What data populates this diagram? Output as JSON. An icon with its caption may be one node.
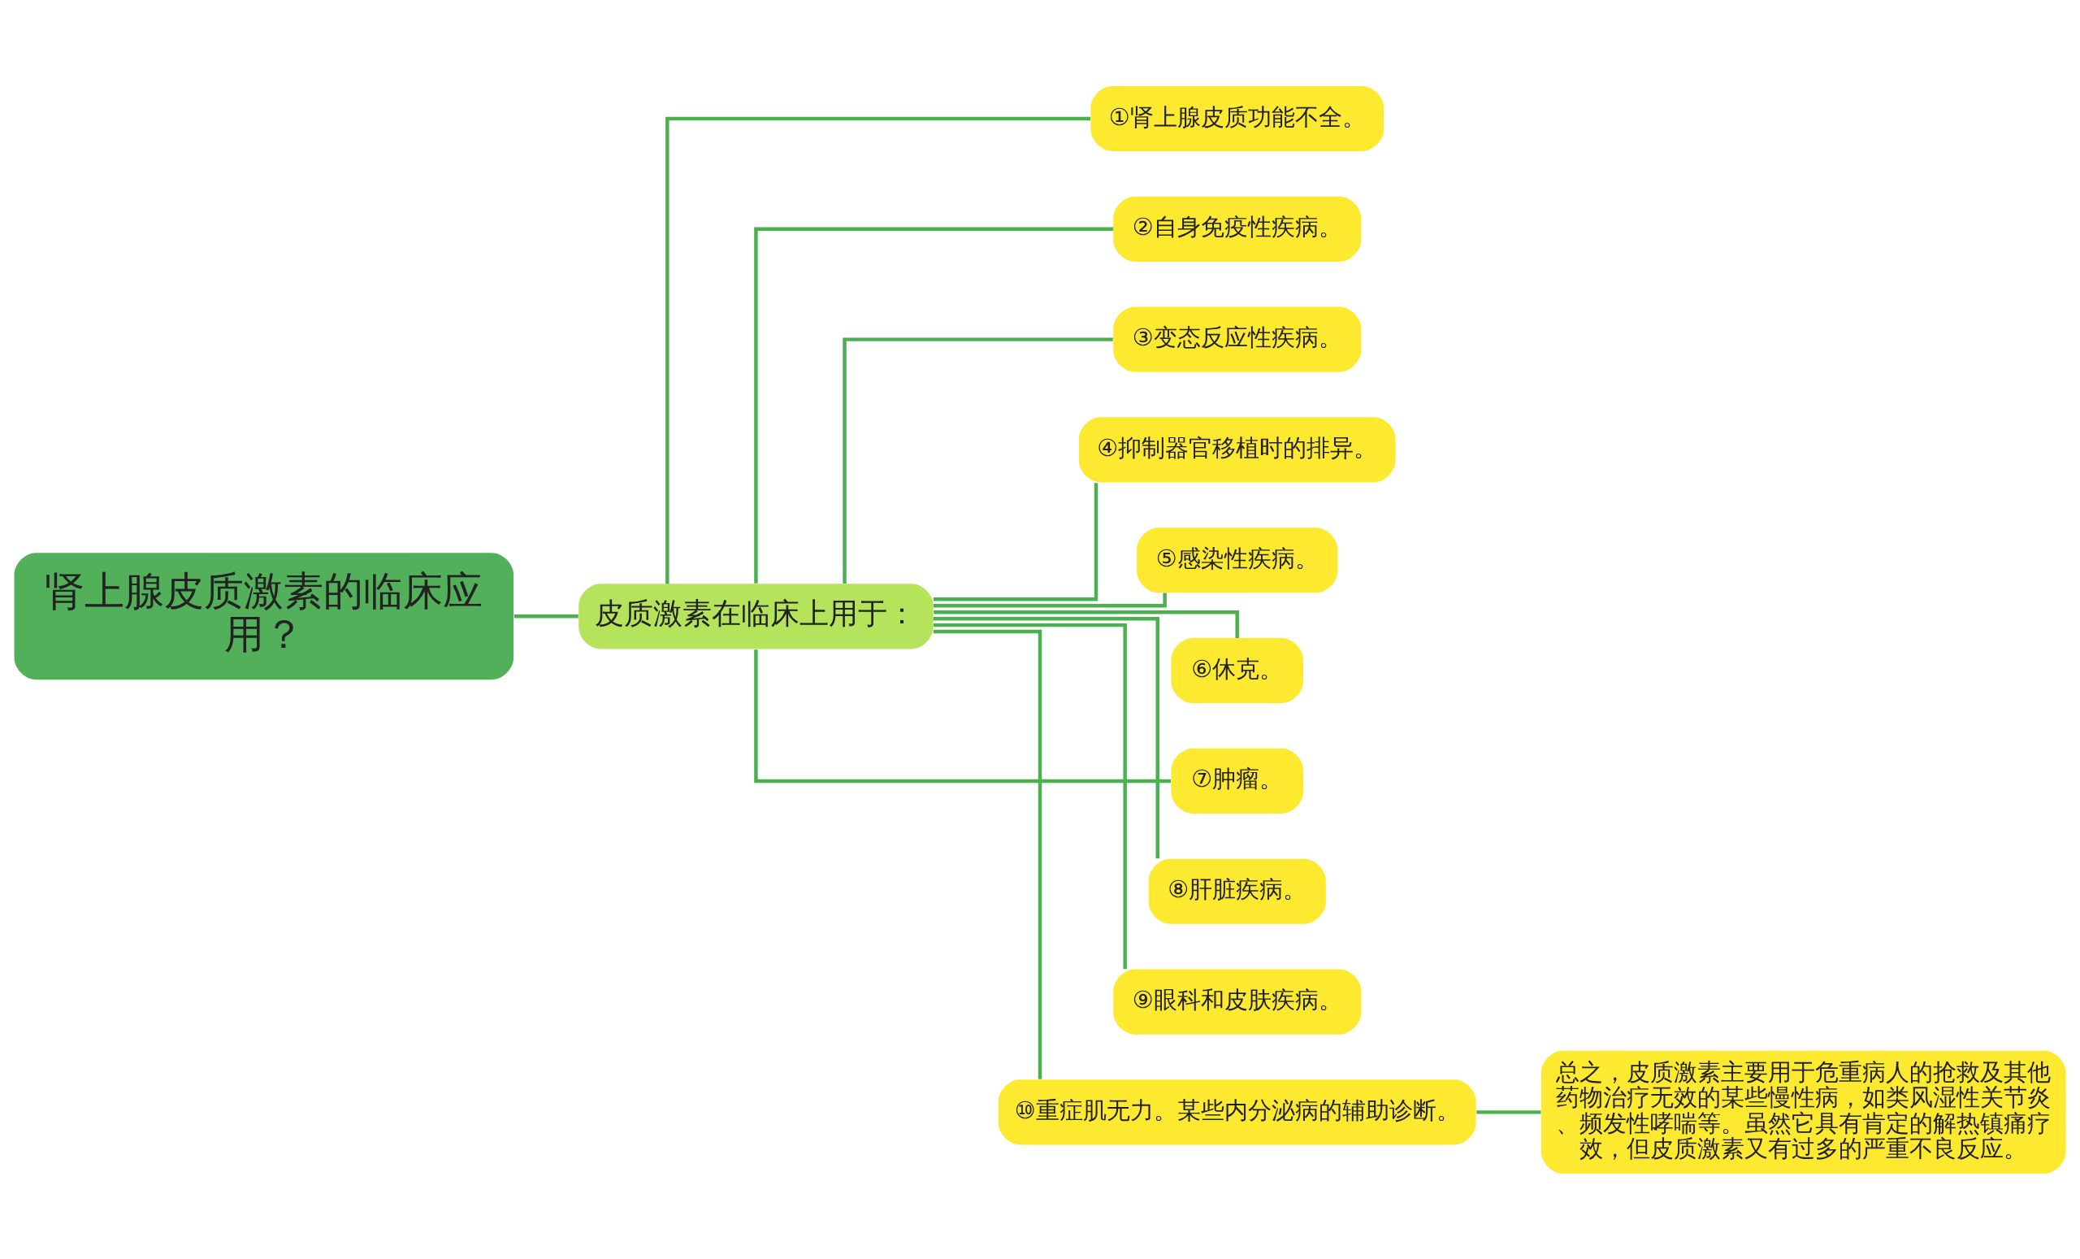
{
  "diagram": {
    "nodes": [
      {
        "text": [
          "肾上腺皮质激素的临床应用？"
        ]
      },
      {
        "text": [
          "皮质激素在临床上用于："
        ]
      },
      {
        "text": [
          "①肾上腺皮质功能不全。"
        ]
      },
      {
        "text": [
          "②自身免疫性疾病。"
        ]
      },
      {
        "text": [
          "③变态反应性疾病。"
        ]
      },
      {
        "text": [
          "④抑制器官移植时的排异。"
        ]
      },
      {
        "text": [
          "⑤感染性疾病。"
        ]
      },
      {
        "text": [
          "⑥休克。"
        ]
      },
      {
        "text": [
          "⑦肿瘤。"
        ]
      },
      {
        "text": [
          "⑧肝脏疾病。"
        ]
      },
      {
        "text": [
          "⑨眼科和皮肤疾病。"
        ]
      },
      {
        "text": [
          "⑩重症肌无力。某些内分泌病的辅助诊断。"
        ]
      },
      {
        "text": [
          "总之，皮质激素主要用于危重病人的抢救及其他药物治疗无效的某些慢性病，如类风湿性关节炎、频发性哮喘等。虽然它具有肯定的解热镇痛疗效，但皮质激素又有过多的严重不良反应。"
        ]
      }
    ],
    "edges": [
      {
        "from": 0,
        "to": 1,
        "arrow": "none"
      },
      {
        "from": 1,
        "to": 2,
        "arrow": "none"
      },
      {
        "from": 1,
        "to": 3,
        "arrow": "none"
      },
      {
        "from": 1,
        "to": 4,
        "arrow": "none"
      },
      {
        "from": 1,
        "to": 5,
        "arrow": "none"
      },
      {
        "from": 1,
        "to": 6,
        "arrow": "none"
      },
      {
        "from": 1,
        "to": 7,
        "arrow": "none"
      },
      {
        "from": 1,
        "to": 8,
        "arrow": "none"
      },
      {
        "from": 1,
        "to": 9,
        "arrow": "none"
      },
      {
        "from": 1,
        "to": 10,
        "arrow": "none"
      },
      {
        "from": 1,
        "to": 11,
        "arrow": "none"
      },
      {
        "from": 11,
        "to": 12,
        "arrow": "none"
      }
    ]
  }
}
